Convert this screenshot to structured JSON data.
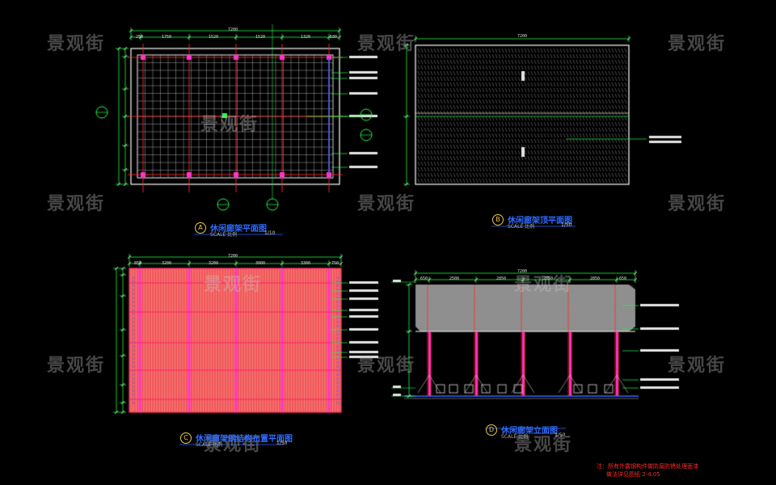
{
  "watermark": "景观街",
  "colors": {
    "background": "#000000",
    "frame": "#ffffff",
    "grid": "#cfcfcf",
    "axis_red": "#ff2a2a",
    "dimension_green": "#22ff44",
    "column_magenta": "#ff33cc",
    "title_blue": "#2f6bff",
    "bubble_yellow": "#e8c84a",
    "slat_red": "#f05555",
    "hatch_gray": "#9a9a9a"
  },
  "views": [
    {
      "letter": "A",
      "title": "休闲廊架平面图",
      "scale_label": "SCALE 比例",
      "ratio": "1/10",
      "overall_dim": "7200",
      "dims": [
        "250",
        "1750",
        "1520",
        "1520",
        "1320",
        "180"
      ]
    },
    {
      "letter": "B",
      "title": "休闲廊架顶平面图",
      "scale_label": "SCALE 比例",
      "ratio": "1/50",
      "overall_dim": "7200"
    },
    {
      "letter": "C",
      "title": "休闲廊架钢结构布置平面图",
      "scale_label": "SCALE 比例",
      "ratio": "1/50",
      "overall_dim": "7200",
      "dims": [
        "850",
        "3200",
        "3200",
        "3000",
        "3300",
        "750"
      ]
    },
    {
      "letter": "D",
      "title": "休闲廊架立面图",
      "scale_label": "SCALE 比例",
      "ratio": "1/50",
      "overall_dim": "7200",
      "dims": [
        "650",
        "2500",
        "2850",
        "2850",
        "2850",
        "650"
      ]
    }
  ],
  "note": {
    "line1": "注：所有外露钢构件做防腐防锈处理面漆",
    "line2": "做法详见图纸 2-4.05"
  }
}
